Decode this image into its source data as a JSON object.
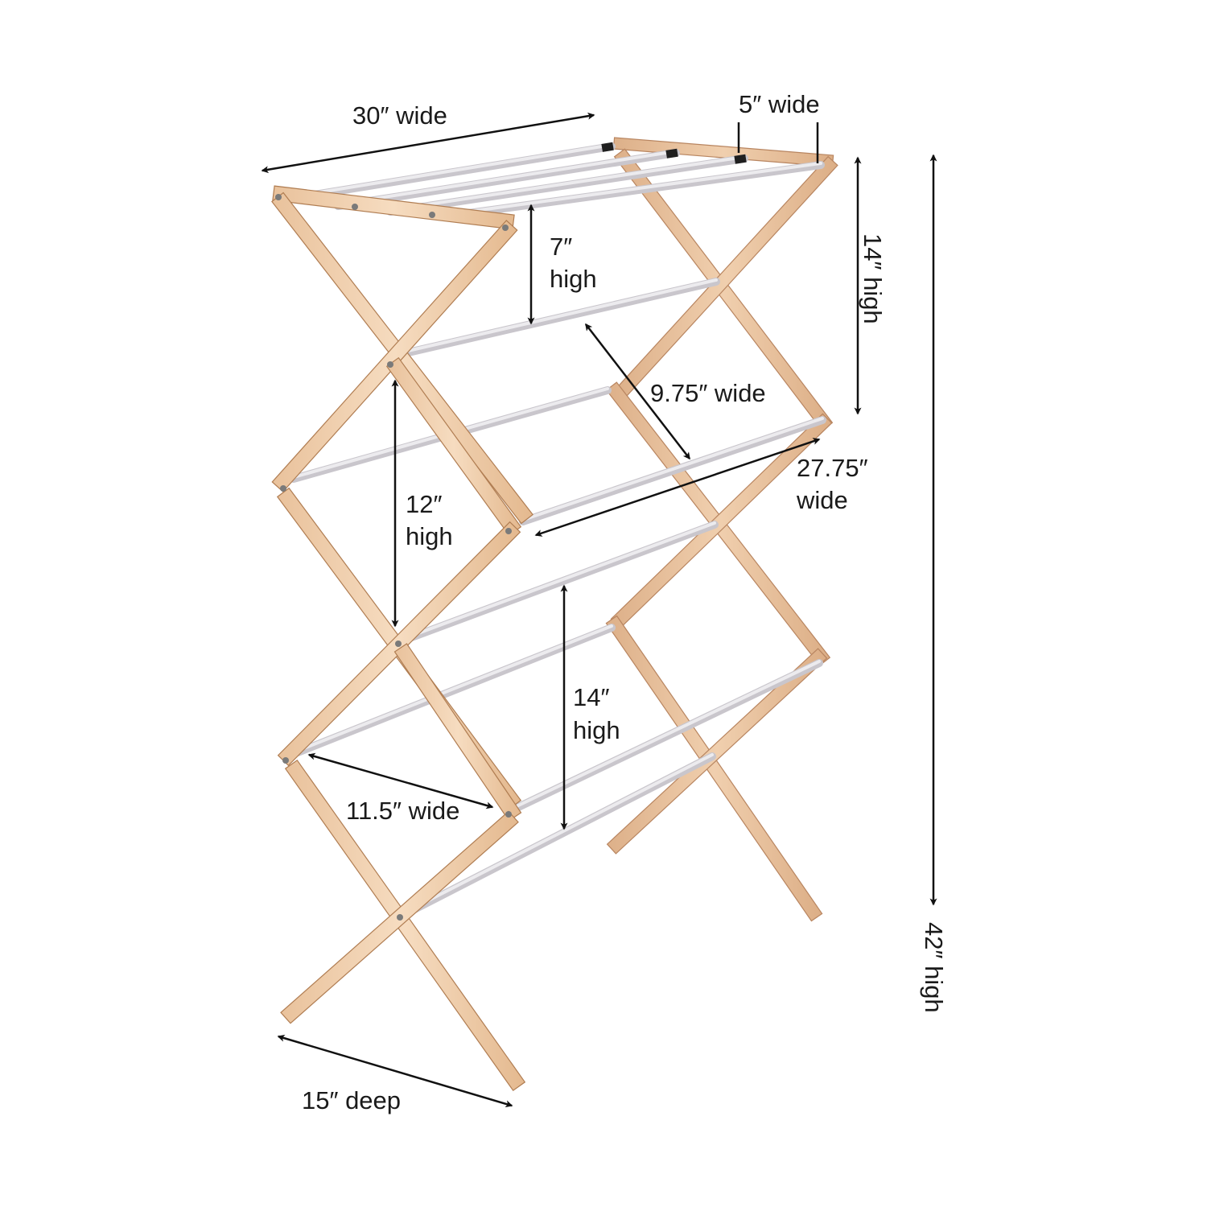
{
  "figure": {
    "subject": "drying-rack"
  },
  "colors": {
    "wood": "#efcfae",
    "wood_edge": "#b07d52",
    "rod": "#c9c6cc",
    "rod_cap": "#1f1f1f",
    "arrow": "#111111",
    "text": "#1a1a1a"
  },
  "dimensions": {
    "top_width": [
      "30″ wide"
    ],
    "top_gap": [
      "5″ wide"
    ],
    "upper_side_height": [
      "14″ high"
    ],
    "overall_height": [
      "42″ high"
    ],
    "top_tier_height": [
      "7″",
      "high"
    ],
    "middle_depth": [
      "9.75″ wide"
    ],
    "middle_rod_width": [
      "27.75″",
      "wide"
    ],
    "middle_height": [
      "12″",
      "high"
    ],
    "lower_height": [
      "14″",
      "high"
    ],
    "lower_depth": [
      "11.5″ wide"
    ],
    "base_depth": [
      "15″ deep"
    ]
  }
}
